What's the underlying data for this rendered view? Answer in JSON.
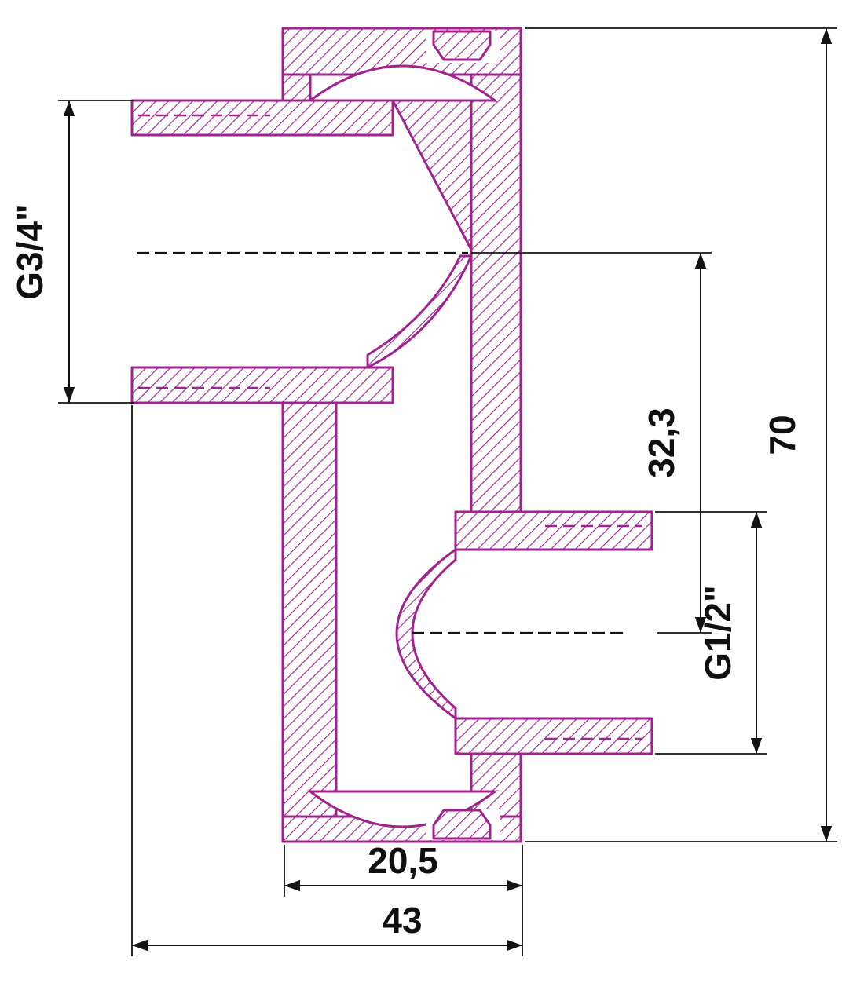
{
  "drawing": {
    "type": "technical-cross-section",
    "labels": {
      "thread_left": "G3/4\"",
      "thread_right": "G1/2\"",
      "offset": "32,3",
      "height_total": "70",
      "width_inner": "20,5",
      "width_total": "43"
    },
    "colors": {
      "part_outline": "#A0228F",
      "dimension": "#141414",
      "background": "#FFFFFF"
    }
  }
}
